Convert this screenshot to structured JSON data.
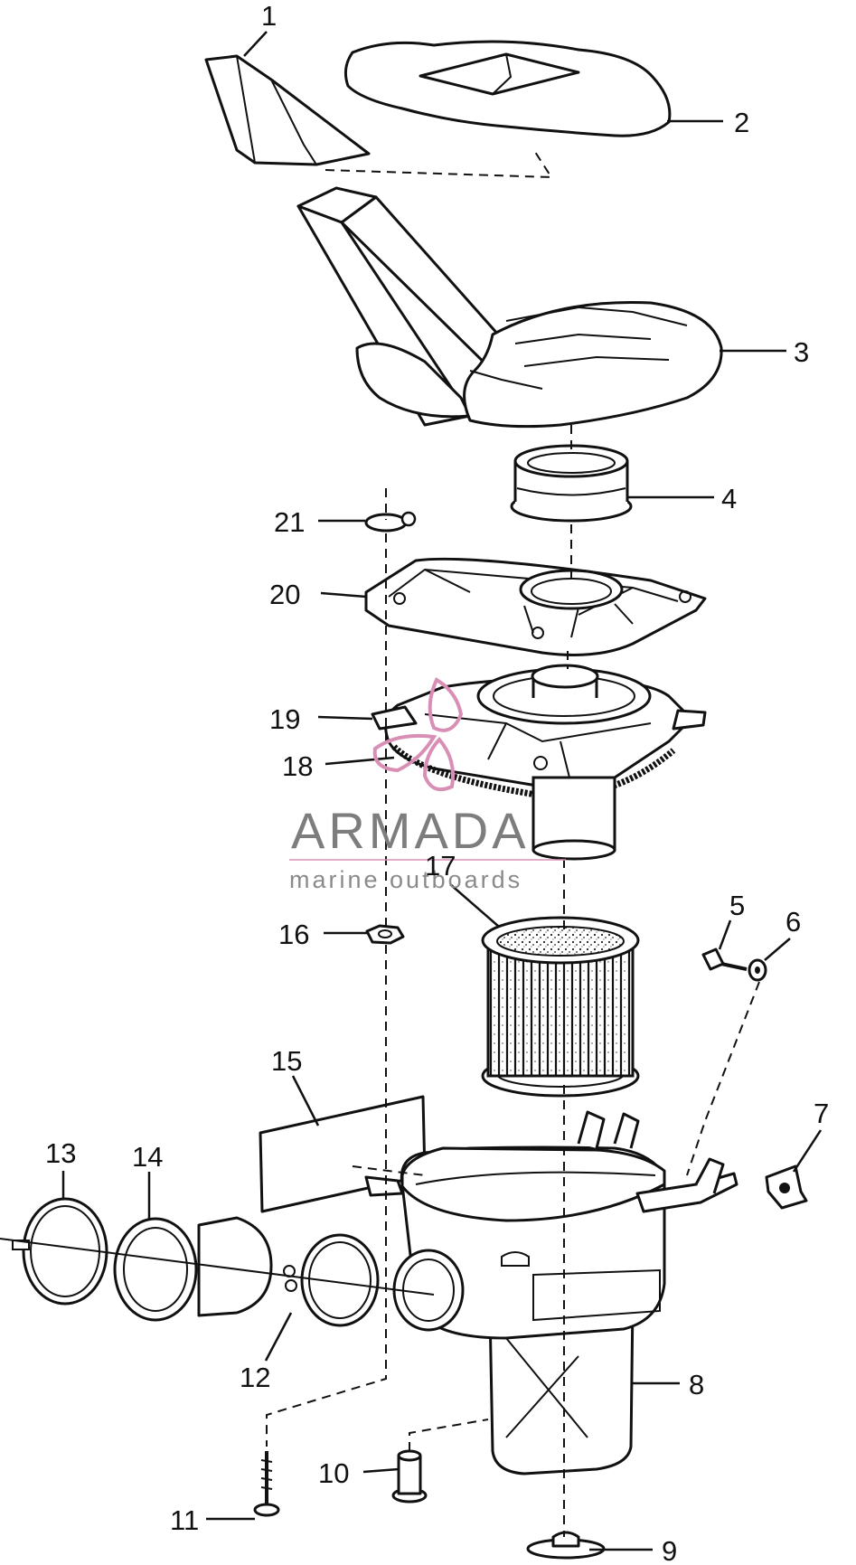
{
  "watermark": {
    "brand": "ARMADA",
    "tagline": "marine outboards",
    "accent_color": "#d98fb5",
    "text_color": "#7d7d7d"
  },
  "callouts": [
    "1",
    "2",
    "3",
    "4",
    "5",
    "6",
    "7",
    "8",
    "9",
    "10",
    "11",
    "12",
    "13",
    "14",
    "15",
    "16",
    "17",
    "18",
    "19",
    "20",
    "21"
  ]
}
